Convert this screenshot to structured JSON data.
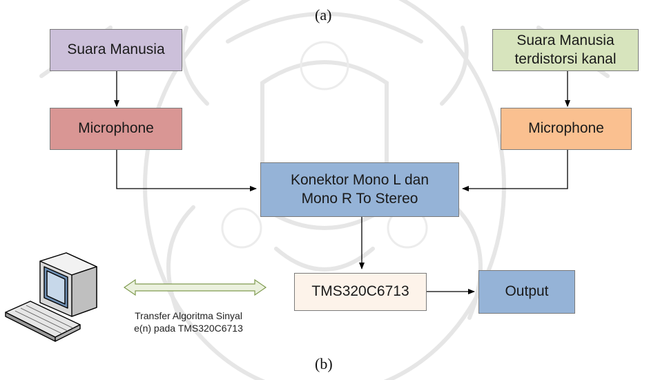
{
  "labels": {
    "top": "(a)",
    "bottom": "(b)"
  },
  "nodes": {
    "suara_manusia": "Suara Manusia",
    "suara_terdistorsi": "Suara Manusia terdistorsi kanal",
    "microphone_left": "Microphone",
    "microphone_right": "Microphone",
    "konektor": "Konektor Mono L dan Mono R To Stereo",
    "tms": "TMS320C6713",
    "output": "Output"
  },
  "transfer_caption": "Transfer Algoritma Sinyal e(n) pada TMS320C6713",
  "colors": {
    "suara_manusia": "#ccc0da",
    "suara_terdistorsi": "#d7e4bd",
    "microphone_left": "#d99694",
    "microphone_right": "#fac090",
    "konektor": "#95b3d7",
    "tms": "#fdf3ea",
    "output": "#95b3d7",
    "double_arrow": "#ebf1de"
  },
  "icons": {
    "computer": "desktop-computer-icon",
    "watermark": "university-emblem-watermark"
  }
}
